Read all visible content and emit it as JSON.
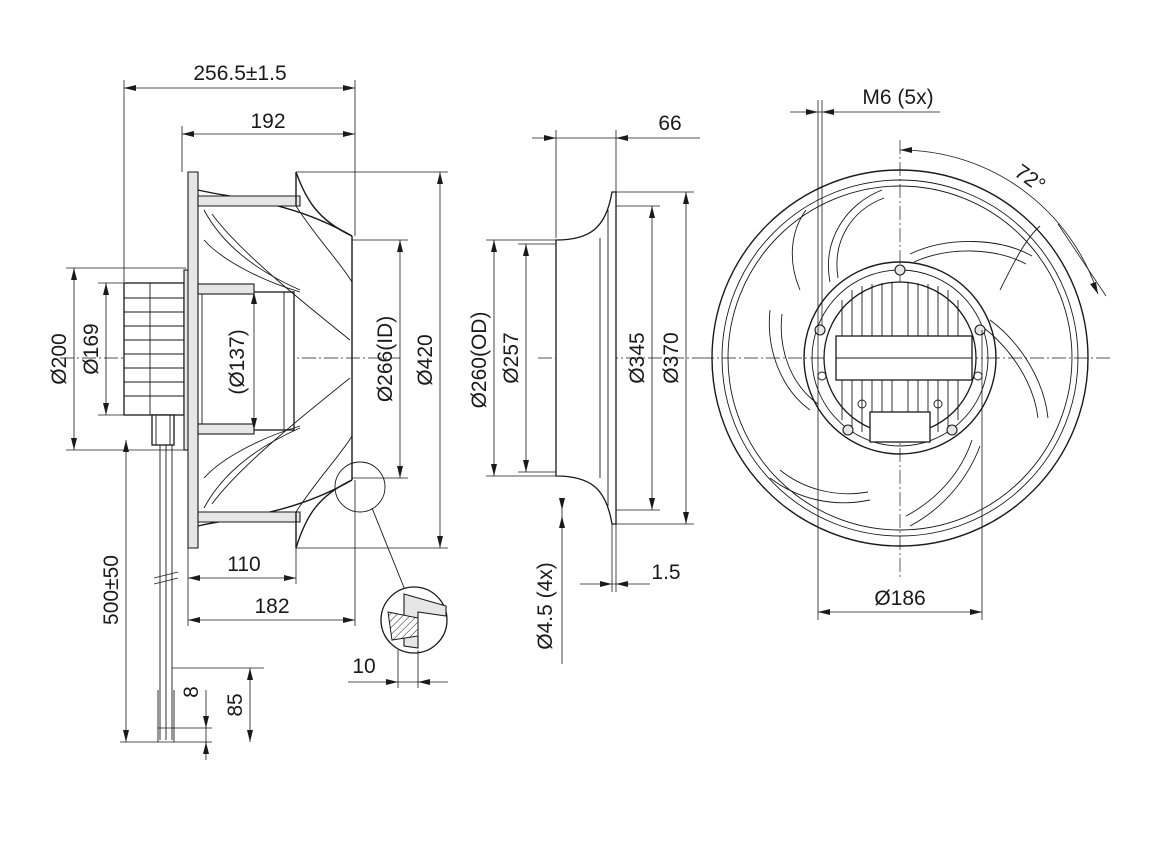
{
  "dimensions": {
    "side_view": {
      "overall_length": "256.5±1.5",
      "impeller_length": "192",
      "motor_dia": "Ø200",
      "flange_dia": "Ø169",
      "rotor_dia": "(Ø137)",
      "inlet_id": "Ø266(ID)",
      "impeller_od": "Ø420",
      "length_110": "110",
      "length_182": "182",
      "offset_10": "10",
      "cable_length": "500±50",
      "strip_8": "8",
      "strip_85": "85"
    },
    "inlet_ring": {
      "width": "66",
      "od": "Ø260(OD)",
      "throat": "Ø257",
      "hole_circle": "Ø345",
      "flange_od": "Ø370",
      "flange_thickness": "1.5",
      "holes": "Ø4.5 (4x)"
    },
    "front_view": {
      "thread": "M6 (5x)",
      "angle": "72°",
      "bolt_circle": "Ø186"
    }
  },
  "colors": {
    "line": "#1a1a1a",
    "section_fill": "#e6e6e6",
    "background": "#ffffff"
  }
}
